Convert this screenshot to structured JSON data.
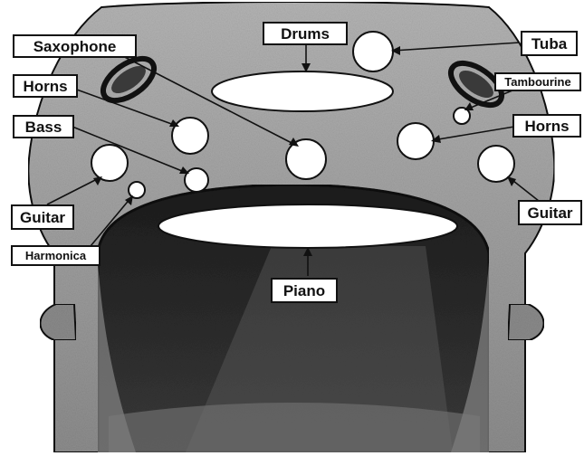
{
  "diagram": {
    "labels": {
      "drums": "Drums",
      "saxophone": "Saxophone",
      "tuba": "Tuba",
      "horns_left": "Horns",
      "tambourine": "Tambourine",
      "bass": "Bass",
      "horns_right": "Horns",
      "guitar_left": "Guitar",
      "guitar_right": "Guitar",
      "harmonica": "Harmonica",
      "piano": "Piano"
    },
    "colors": {
      "body": "#9a9a9a",
      "cabin": "#262626",
      "outline": "#111111",
      "speaker_fill": "#ffffff",
      "label_bg": "#ffffff"
    }
  }
}
